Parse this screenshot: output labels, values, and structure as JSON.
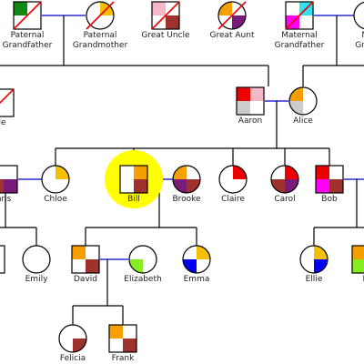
{
  "colors": {
    "line_parent": "#000000",
    "line_partner": "#0000cc",
    "focus_highlight": "#ffff00",
    "green": "#118811",
    "gold": "#f5c000",
    "orange": "#f5a000",
    "pink": "#f4b8c8",
    "brown": "#a0322e",
    "purple": "#7a1a7a",
    "magenta": "#ff00ff",
    "cyan": "#33e0ee",
    "red": "#ee0000",
    "grey": "#cccccc",
    "lime": "#88ee22",
    "blue": "#0000ee"
  },
  "people": {
    "paternal_grandfather": {
      "name": "Paternal\nGrandfather",
      "sex": "male",
      "deceased": true,
      "quadrants": [
        "green",
        null,
        null,
        null
      ]
    },
    "paternal_grandmother": {
      "name": "Paternal\nGrandmother",
      "sex": "female",
      "deceased": true,
      "quadrants": [
        null,
        "gold",
        null,
        null
      ]
    },
    "great_uncle": {
      "name": "Great Uncle",
      "sex": "male",
      "deceased": true,
      "quadrants": [
        "pink",
        null,
        null,
        "brown"
      ]
    },
    "great_aunt": {
      "name": "Great Aunt",
      "sex": "female",
      "deceased": true,
      "quadrants": [
        "orange",
        null,
        null,
        "purple"
      ]
    },
    "maternal_grandfather": {
      "name": "Maternal\nGrandfather",
      "sex": "male",
      "deceased": true,
      "quadrants": [
        null,
        "cyan",
        "magenta",
        null
      ]
    },
    "maternal_grandmother_partial": {
      "name": "Ma\nGrand",
      "sex": "female",
      "deceased": false,
      "quadrants": [
        null,
        null,
        null,
        null
      ]
    },
    "uncle_partial": {
      "name": "cle",
      "sex": "male",
      "deceased": true,
      "quadrants": [
        null,
        null,
        null,
        null
      ]
    },
    "aaron": {
      "name": "Aaron",
      "sex": "male",
      "deceased": false,
      "quadrants": [
        "red",
        "pink",
        "grey",
        null
      ]
    },
    "alice": {
      "name": "Alice",
      "sex": "female",
      "deceased": false,
      "quadrants": [
        "orange",
        null,
        "grey",
        null
      ]
    },
    "chris_partial": {
      "name": "hris",
      "sex": "male",
      "deceased": false,
      "quadrants": [
        null,
        null,
        "brown",
        "purple"
      ]
    },
    "chloe": {
      "name": "Chloe",
      "sex": "female",
      "deceased": false,
      "quadrants": [
        null,
        "gold",
        null,
        null
      ]
    },
    "bill": {
      "name": "Bill",
      "sex": "male",
      "deceased": false,
      "focus": true,
      "quadrants": [
        null,
        "orange",
        null,
        "brown"
      ]
    },
    "brooke": {
      "name": "Brooke",
      "sex": "female",
      "deceased": false,
      "quadrants": [
        "orange",
        null,
        "purple",
        "brown"
      ]
    },
    "claire": {
      "name": "Claire",
      "sex": "female",
      "deceased": false,
      "quadrants": [
        null,
        "red",
        null,
        null
      ]
    },
    "carol": {
      "name": "Carol",
      "sex": "female",
      "deceased": false,
      "quadrants": [
        null,
        "red",
        "brown",
        "purple"
      ]
    },
    "bob": {
      "name": "Bob",
      "sex": "male",
      "deceased": false,
      "quadrants": [
        "red",
        null,
        "magenta",
        "brown"
      ]
    },
    "cousin_partial": {
      "name": "",
      "sex": "male",
      "deceased": false,
      "quadrants": [
        null,
        null,
        null,
        null
      ]
    },
    "emily": {
      "name": "Emily",
      "sex": "female",
      "deceased": false,
      "quadrants": [
        null,
        null,
        null,
        null
      ]
    },
    "david": {
      "name": "David",
      "sex": "male",
      "deceased": false,
      "quadrants": [
        "orange",
        null,
        null,
        "brown"
      ]
    },
    "elizabeth": {
      "name": "Elizabeth",
      "sex": "female",
      "deceased": false,
      "quadrants": [
        null,
        null,
        "lime",
        null
      ]
    },
    "emma": {
      "name": "Emma",
      "sex": "female",
      "deceased": false,
      "quadrants": [
        null,
        "gold",
        "blue",
        null
      ]
    },
    "ellie": {
      "name": "Ellie",
      "sex": "female",
      "deceased": false,
      "quadrants": [
        null,
        "gold",
        null,
        "blue"
      ]
    },
    "d_partial": {
      "name": "D",
      "sex": "male",
      "deceased": false,
      "quadrants": [
        "orange",
        null,
        "lime",
        null
      ]
    },
    "felicia": {
      "name": "Felicia",
      "sex": "female",
      "deceased": false,
      "quadrants": [
        null,
        null,
        null,
        "brown"
      ]
    },
    "frank": {
      "name": "Frank",
      "sex": "male",
      "deceased": false,
      "quadrants": [
        "orange",
        null,
        null,
        "brown"
      ]
    }
  }
}
